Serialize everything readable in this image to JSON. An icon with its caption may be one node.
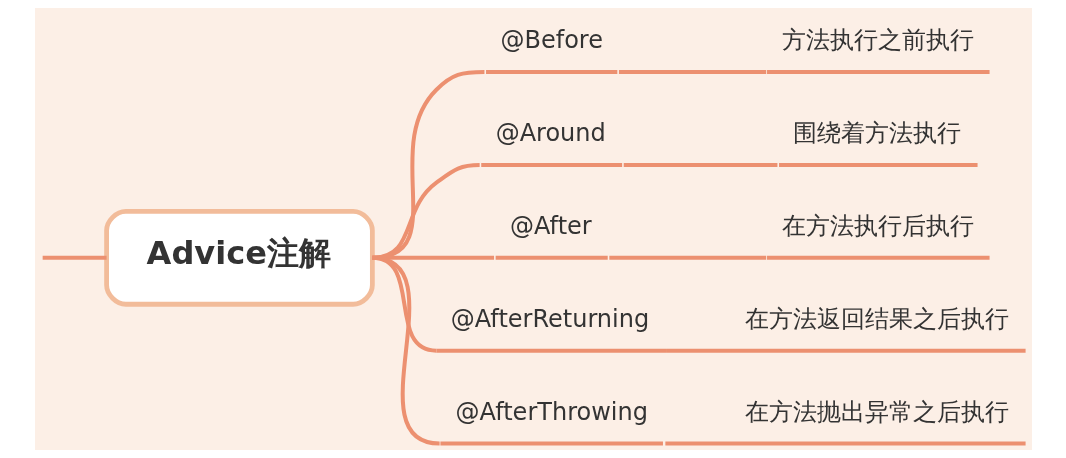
{
  "diagram": {
    "nodes": [
      {
        "text": [
          "Advice注解"
        ]
      },
      {
        "text": [
          "@Before"
        ]
      },
      {
        "text": [
          "方法执行之前执行"
        ]
      },
      {
        "text": [
          "@Around"
        ]
      },
      {
        "text": [
          "围绕着方法执行"
        ]
      },
      {
        "text": [
          "@After"
        ]
      },
      {
        "text": [
          "在方法执行后执行"
        ]
      },
      {
        "text": [
          "@AfterReturning"
        ]
      },
      {
        "text": [
          "在方法返回结果之后执行"
        ]
      },
      {
        "text": [
          "@AfterThrowing"
        ]
      },
      {
        "text": [
          "在方法抛出异常之后执行"
        ]
      }
    ],
    "edges": [
      {
        "from": null,
        "to": 0,
        "arrow": "none"
      },
      {
        "from": 0,
        "to": 1,
        "arrow": "none"
      },
      {
        "from": 1,
        "to": 2,
        "arrow": "none"
      },
      {
        "from": 0,
        "to": 3,
        "arrow": "none"
      },
      {
        "from": 3,
        "to": 4,
        "arrow": "none"
      },
      {
        "from": 0,
        "to": 5,
        "arrow": "none"
      },
      {
        "from": 5,
        "to": 6,
        "arrow": "none"
      },
      {
        "from": 0,
        "to": 7,
        "arrow": "none"
      },
      {
        "from": 7,
        "to": 8,
        "arrow": "none"
      },
      {
        "from": 0,
        "to": 9,
        "arrow": "none"
      },
      {
        "from": 9,
        "to": 10,
        "arrow": "none"
      }
    ]
  }
}
